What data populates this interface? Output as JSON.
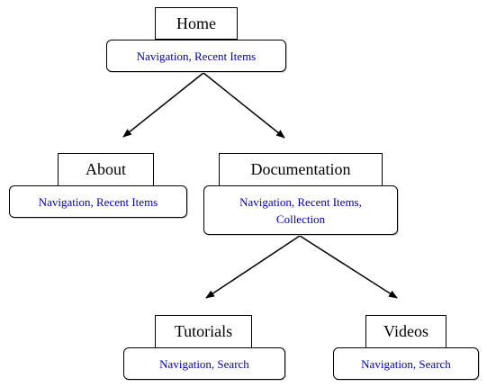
{
  "colors": {
    "title_text": "#000000",
    "widget_text": "#0000a8",
    "border": "#000000",
    "arrow": "#000000"
  },
  "pages": {
    "home": {
      "title": "Home",
      "widgets": "Navigation, Recent Items"
    },
    "about": {
      "title": "About",
      "widgets": "Navigation, Recent Items"
    },
    "documentation": {
      "title": "Documentation",
      "widgets": "Navigation, Recent Items,\nCollection"
    },
    "tutorials": {
      "title": "Tutorials",
      "widgets": "Navigation, Search"
    },
    "videos": {
      "title": "Videos",
      "widgets": "Navigation, Search"
    }
  },
  "links": [
    {
      "from": "home",
      "to": "about"
    },
    {
      "from": "home",
      "to": "documentation"
    },
    {
      "from": "documentation",
      "to": "tutorials"
    },
    {
      "from": "documentation",
      "to": "videos"
    }
  ]
}
